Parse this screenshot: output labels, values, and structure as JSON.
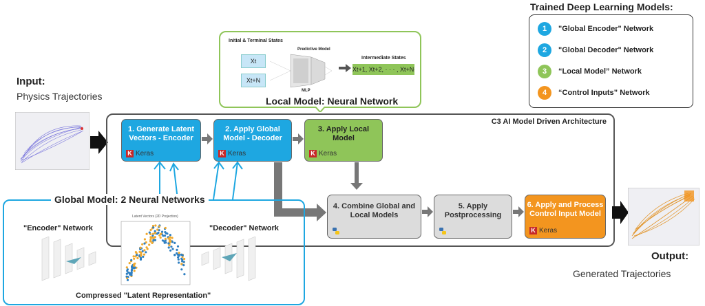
{
  "input": {
    "title": "Input:",
    "subtitle": "Physics Trajectories"
  },
  "output": {
    "title": "Output:",
    "subtitle": "Generated Trajectories"
  },
  "models_panel": {
    "title": "Trained Deep Learning Models:",
    "items": [
      {
        "num": "1",
        "label": "\"Global Encoder\" Network",
        "color": "#1ea7e1"
      },
      {
        "num": "2",
        "label": "\"Global Decoder\" Network",
        "color": "#1ea7e1"
      },
      {
        "num": "3",
        "label": "“Local Model” Network",
        "color": "#8fc559"
      },
      {
        "num": "4",
        "label": "“Control Inputs” Network",
        "color": "#f3951f"
      }
    ]
  },
  "local_model": {
    "title": "Local Model: Neural Network",
    "initial_label": "Initial & Terminal States",
    "predictive_label": "Predictive Model",
    "mlp_label": "MLP",
    "intermediate_label": "Intermediate States",
    "x_t": "Xt",
    "x_tn": "Xt+N",
    "sequence": "Xt+1, Xt+2, · · · , Xt+N-1"
  },
  "architecture": {
    "title": "C3 AI Model Driven Architecture",
    "steps": [
      {
        "label": "1. Generate Latent Vectors - Encoder",
        "badge": "Keras"
      },
      {
        "label": "2. Apply Global Model - Decoder",
        "badge": "Keras"
      },
      {
        "label": "3. Apply Local Model",
        "badge": "Keras"
      },
      {
        "label": "4. Combine Global and Local Models"
      },
      {
        "label": "5. Apply Postprocessing"
      },
      {
        "label": "6. Apply and Process Control Input Model",
        "badge": "Keras"
      }
    ]
  },
  "global_model": {
    "title": "Global Model: 2 Neural Networks",
    "encoder_label": "\"Encoder\" Network",
    "decoder_label": "\"Decoder\" Network",
    "plot_title": "Latent Vectors (2D Projection)",
    "caption": "Compressed \"Latent Representation\""
  },
  "colors": {
    "blue": "#1ea7e1",
    "green": "#8fc559",
    "orange": "#f3951f",
    "grey": "#dcdcdc",
    "keras_red": "#c62828"
  }
}
